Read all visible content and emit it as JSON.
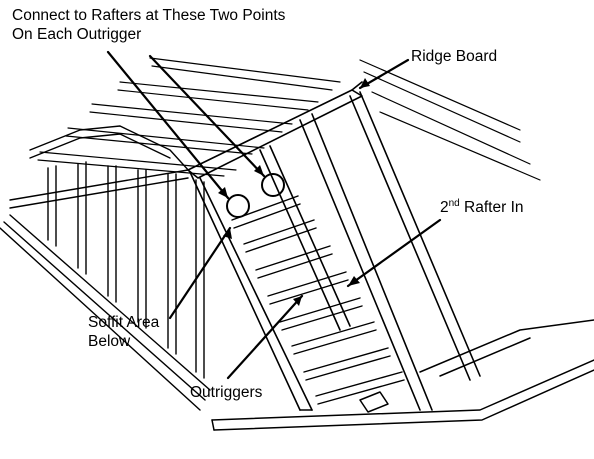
{
  "labels": {
    "connect_line1": "Connect to Rafters at These Two Points",
    "connect_line2": "On Each Outrigger",
    "ridge_board": "Ridge Board",
    "rafter_ordinal": "2",
    "rafter_superscript": "nd",
    "rafter_rest": " Rafter In",
    "soffit_line1": "Soffit Area",
    "soffit_line2": "Below",
    "outriggers": "Outriggers"
  },
  "colors": {
    "line": "#000000",
    "background": "#ffffff"
  }
}
